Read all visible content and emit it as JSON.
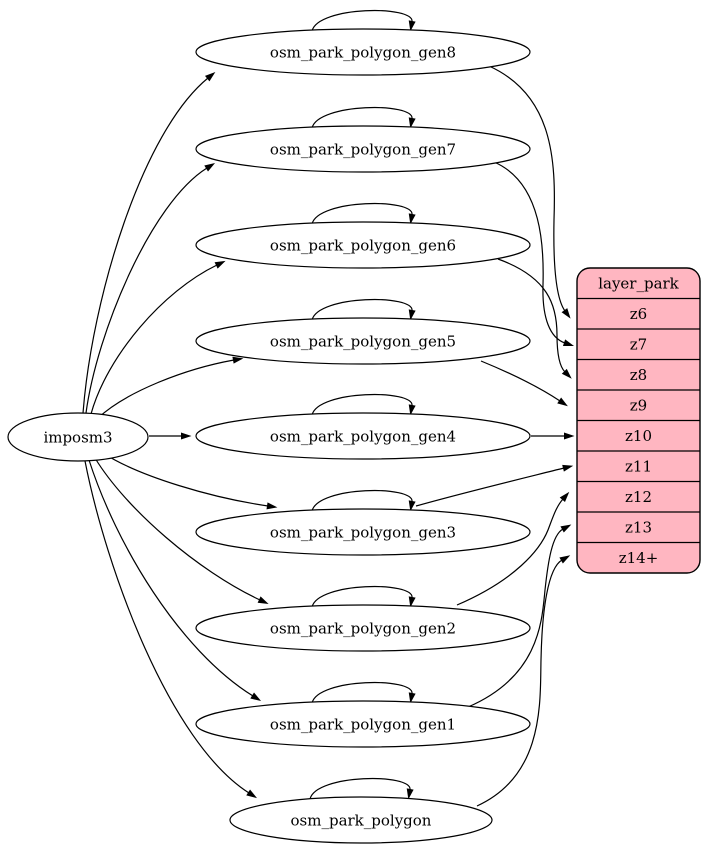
{
  "diagram": {
    "type": "graphviz-dependency-graph",
    "background_color": "#ffffff",
    "edge_color": "#000000",
    "source_node": {
      "label": "imposm3"
    },
    "table_nodes": [
      {
        "label": "osm_park_polygon_gen8",
        "self_loop": true,
        "target_row": "z6"
      },
      {
        "label": "osm_park_polygon_gen7",
        "self_loop": true,
        "target_row": "z7"
      },
      {
        "label": "osm_park_polygon_gen6",
        "self_loop": true,
        "target_row": "z8"
      },
      {
        "label": "osm_park_polygon_gen5",
        "self_loop": true,
        "target_row": "z9"
      },
      {
        "label": "osm_park_polygon_gen4",
        "self_loop": true,
        "target_row": "z10"
      },
      {
        "label": "osm_park_polygon_gen3",
        "self_loop": true,
        "target_row": "z11"
      },
      {
        "label": "osm_park_polygon_gen2",
        "self_loop": true,
        "target_row": "z12"
      },
      {
        "label": "osm_park_polygon_gen1",
        "self_loop": true,
        "target_row": "z13"
      },
      {
        "label": "osm_park_polygon",
        "self_loop": true,
        "target_row": "z14+"
      }
    ],
    "layer_node": {
      "title": "layer_park",
      "rows": [
        "z6",
        "z7",
        "z8",
        "z9",
        "z10",
        "z11",
        "z12",
        "z13",
        "z14+"
      ],
      "fill_color": "#ffb6c1",
      "border_color": "#000000"
    }
  }
}
